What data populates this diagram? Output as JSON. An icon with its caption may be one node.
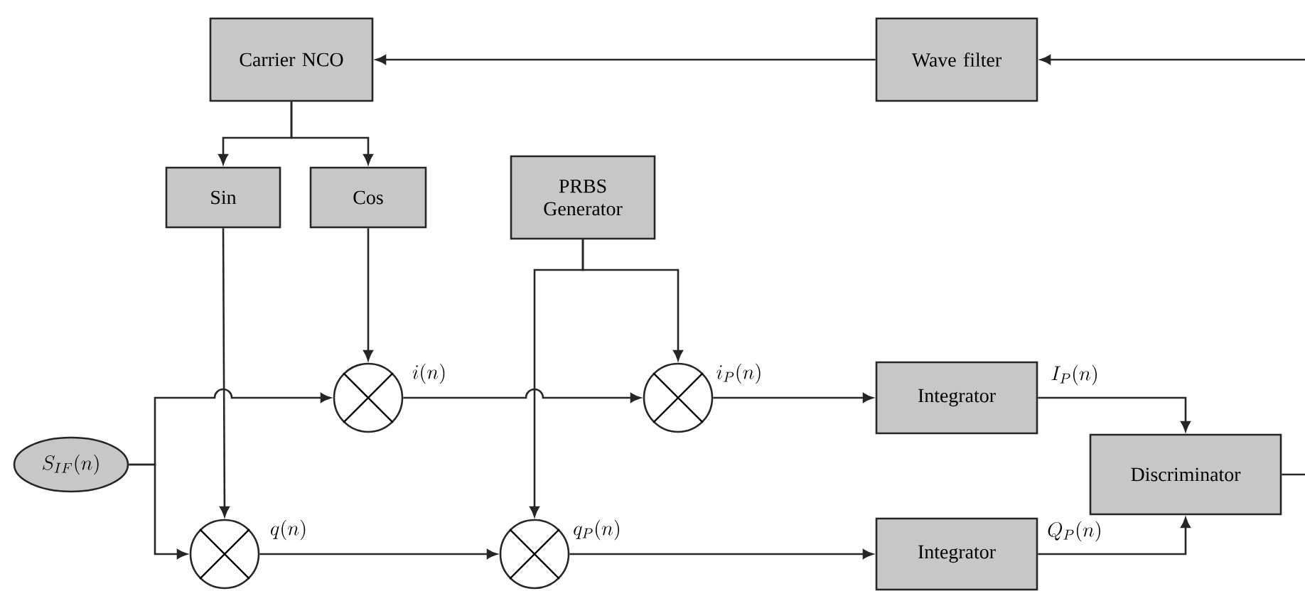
{
  "diagram": {
    "nodes": [
      {
        "text": [
          "Carrier NCO"
        ]
      },
      {
        "text": [
          "Wave filter"
        ]
      },
      {
        "text": [
          "Sin"
        ]
      },
      {
        "text": [
          "Cos"
        ]
      },
      {
        "text": [
          "PRBS Generator"
        ]
      },
      {
        "text": [
          "S_{IF}(n)"
        ]
      },
      {
        "text": [],
        "shape": "circle"
      },
      {
        "text": [],
        "shape": "circle"
      },
      {
        "text": [],
        "shape": "circle"
      },
      {
        "text": [],
        "shape": "circle"
      },
      {
        "text": [
          "Integrator"
        ]
      },
      {
        "text": [
          "Integrator"
        ]
      },
      {
        "text": [
          "Discriminator"
        ]
      }
    ],
    "edges": [
      {
        "from": 1,
        "to": 0,
        "arrow": "to"
      },
      {
        "from": null,
        "to": 1,
        "arrow": "to"
      },
      {
        "from": 12,
        "to": null,
        "arrow": "none"
      },
      {
        "from": 0,
        "to": 2,
        "arrow": "to"
      },
      {
        "from": 0,
        "to": 3,
        "arrow": "to"
      },
      {
        "from": 2,
        "to": 7,
        "arrow": "to"
      },
      {
        "from": 3,
        "to": 6,
        "arrow": "to"
      },
      {
        "from": 4,
        "to": 8,
        "arrow": "to"
      },
      {
        "from": 4,
        "to": 9,
        "arrow": "to"
      },
      {
        "from": 5,
        "to": 6,
        "arrow": "to"
      },
      {
        "from": 5,
        "to": 7,
        "arrow": "to"
      },
      {
        "from": 6,
        "to": 8,
        "arrow": "to",
        "label": "i(n)"
      },
      {
        "from": 7,
        "to": 9,
        "arrow": "to",
        "label": "q(n)"
      },
      {
        "from": 8,
        "to": 10,
        "arrow": "to",
        "label": "i_P(n)"
      },
      {
        "from": 9,
        "to": 11,
        "arrow": "to",
        "label": "q_P(n)"
      },
      {
        "from": 10,
        "to": 12,
        "arrow": "to",
        "label": "I_P(n)"
      },
      {
        "from": 11,
        "to": 12,
        "arrow": "to",
        "label": "Q_P(n)"
      }
    ]
  }
}
